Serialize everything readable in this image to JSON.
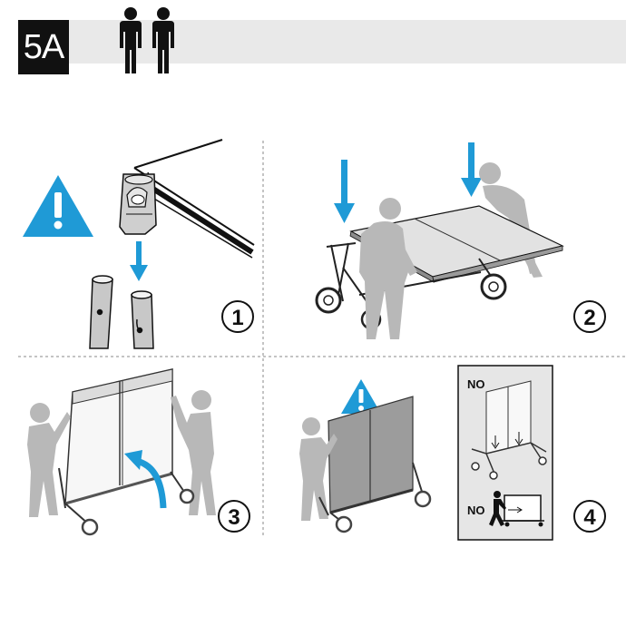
{
  "header": {
    "step_label": "5A",
    "persons_icon": "two-persons-icon"
  },
  "warning_icon": "warning-triangle-icon",
  "panels": [
    {
      "number": "1"
    },
    {
      "number": "2"
    },
    {
      "number": "3"
    },
    {
      "number": "4",
      "no_label_top": "NO",
      "no_label_bottom": "NO"
    }
  ],
  "colors": {
    "accent_blue": "#1f9ad6",
    "figure_gray": "#b8b8b8",
    "header_gray": "#e9e9e9",
    "dark": "#111111"
  }
}
